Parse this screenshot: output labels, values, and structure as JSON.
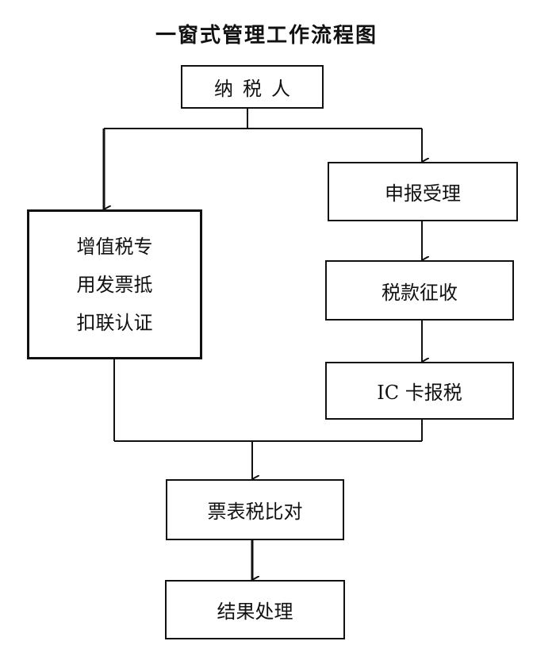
{
  "title": "一窗式管理工作流程图",
  "nodes": {
    "taxpayer": "纳税人",
    "declaration": "申报受理",
    "vat_lines": [
      "增值税专",
      "用发票抵",
      "扣联认证"
    ],
    "tax_collection": "税款征收",
    "ic_card": "IC 卡报税",
    "comparison": "票表税比对",
    "result": "结果处理"
  }
}
